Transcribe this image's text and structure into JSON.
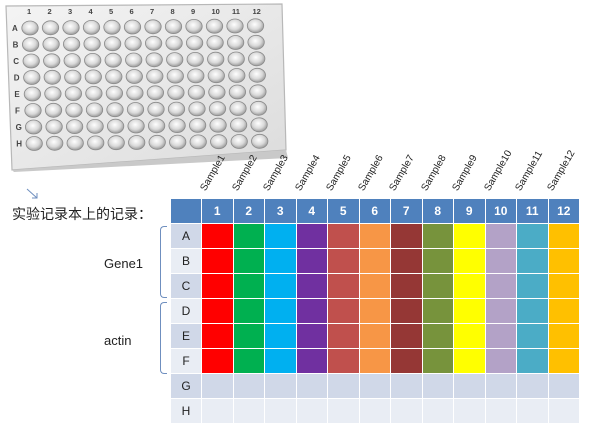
{
  "plate_photo": {
    "column_numbers": [
      "1",
      "2",
      "3",
      "4",
      "5",
      "6",
      "7",
      "8",
      "9",
      "10",
      "11",
      "12"
    ],
    "row_letters": [
      "A",
      "B",
      "C",
      "D",
      "E",
      "F",
      "G",
      "H"
    ]
  },
  "annotation": {
    "note": "实验记录本上的记录：",
    "arrow_icon": "arrow-down-right-icon"
  },
  "groups": [
    {
      "label": "Gene1",
      "rows": [
        "A",
        "B",
        "C"
      ]
    },
    {
      "label": "actin",
      "rows": [
        "D",
        "E",
        "F"
      ]
    }
  ],
  "samples": [
    "Sample1",
    "Sample2",
    "Sample3",
    "Sample4",
    "Sample5",
    "Sample6",
    "Sample7",
    "Sample8",
    "Sample9",
    "Sample10",
    "Sample11",
    "Sample12"
  ],
  "table": {
    "columns": [
      "1",
      "2",
      "3",
      "4",
      "5",
      "6",
      "7",
      "8",
      "9",
      "10",
      "11",
      "12"
    ],
    "rows": [
      "A",
      "B",
      "C",
      "D",
      "E",
      "F",
      "G",
      "H"
    ],
    "filled_rows": [
      "A",
      "B",
      "C",
      "D",
      "E",
      "F"
    ],
    "column_colors": [
      "#ff0000",
      "#00b050",
      "#00b0f0",
      "#7030a0",
      "#c0504d",
      "#f79646",
      "#953735",
      "#77933c",
      "#ffff00",
      "#b3a2c7",
      "#4bacc6",
      "#ffc000"
    ],
    "header_color": "#4f81bd",
    "empty_cell_color": "#d0d8e8"
  }
}
